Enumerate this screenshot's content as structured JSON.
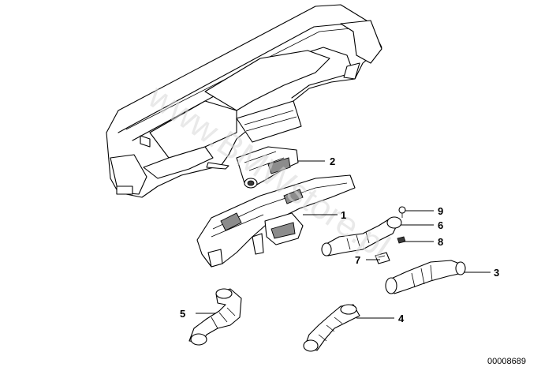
{
  "diagram": {
    "watermark": "www.BMWstore.pl",
    "diagram_id": "00008689",
    "callouts": [
      "1",
      "2",
      "3",
      "4",
      "5",
      "6",
      "7",
      "8",
      "9"
    ]
  }
}
